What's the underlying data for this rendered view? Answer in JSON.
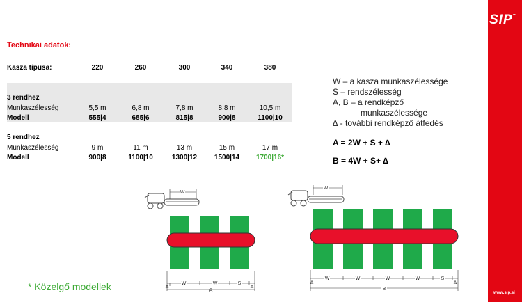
{
  "brand": {
    "logo_text": "SIP",
    "url": "www.sip.si",
    "accent_color": "#e30613"
  },
  "section_title": "Technikai adatok:",
  "table": {
    "type_label": "Kasza típusa:",
    "columns": [
      "220",
      "260",
      "300",
      "340",
      "380"
    ],
    "group1": {
      "title": "3 rendhez",
      "row1_label": "Munkaszélesség",
      "row1_values": [
        "5,5 m",
        "6,8 m",
        "7,8 m",
        "8,8 m",
        "10,5 m"
      ],
      "row2_label": "Modell",
      "row2_values": [
        "555|4",
        "685|6",
        "815|8",
        "900|8",
        "1100|10"
      ]
    },
    "group2": {
      "title": "5 rendhez",
      "row1_label": "Munkaszélesség",
      "row1_values": [
        "9 m",
        "11 m",
        "13 m",
        "15 m",
        "17 m"
      ],
      "row2_label": "Modell",
      "row2_values": [
        "900|8",
        "1100|10",
        "1300|12",
        "1500|14",
        "1700|16*"
      ]
    }
  },
  "legend": {
    "line1": "W – a kasza munkaszélessége",
    "line2": "S – rendszélesség",
    "line3": "A, B – a rendképző",
    "line4": "munkaszélessége",
    "line5": "∆ - további rendképző átfedés",
    "formula_a": "A = 2W + S + ∆",
    "formula_b": "B = 4W + S+ ∆"
  },
  "note": "* Közelgő modellek",
  "diagram_left": {
    "top_label": "W",
    "bottom_labels": [
      "∆",
      "W",
      "W",
      "S",
      "∆"
    ],
    "total_label": "A"
  },
  "diagram_right": {
    "top_label": "W",
    "bottom_labels": [
      "∆",
      "W",
      "W",
      "W",
      "W",
      "S",
      "∆"
    ],
    "total_label": "B"
  },
  "colors": {
    "strip_green": "#1faa4a",
    "windrow_red": "#e8102a",
    "note_green": "#3daa35"
  }
}
